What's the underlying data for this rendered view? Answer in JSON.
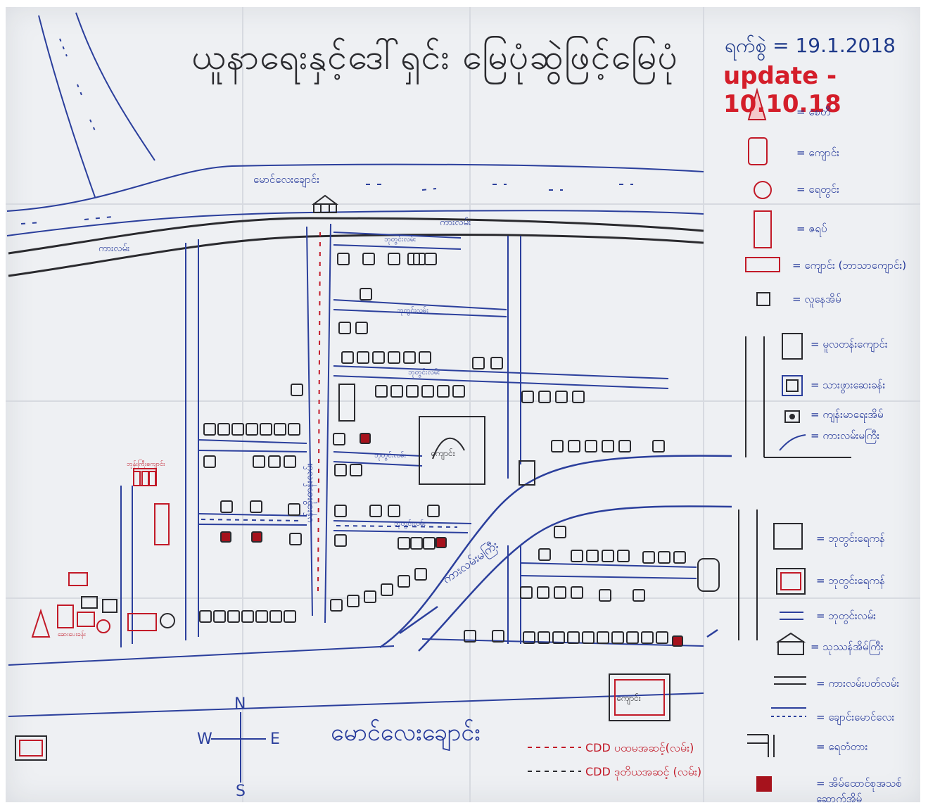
{
  "title": "ယူနာရေးနှင့်ဒေါ်ရှင်း မြေပုံဆွဲဖြင့်မြေပုံ",
  "date_label": "ရက်စွဲ = 19.1.2018",
  "update_label": "update - 10.10.18",
  "map_labels": {
    "stream_name": "မောင်လေး‌ချောင်း",
    "top_road": "ကားလမ်း",
    "top_left_road": "ကားလမ်း",
    "main_street_vertical": "ပန်းဆိုးတန်းလမ်း",
    "diagonal_road": "ကားလမ်းမကြီး",
    "bottom_stream": "မောင်လေးချောင်း",
    "small_lane": "ဘုတွင်းလမ်း",
    "school_label": "ကျောင်း",
    "clinic_label": "ဆေးပေးခန်း",
    "monastery_label": "ဘုန်းကြီးကျောင်း"
  },
  "compass": {
    "n": "N",
    "s": "S",
    "e": "E",
    "w": "W"
  },
  "cdd_legend": [
    {
      "label": "CDD ပထမအဆင့်(လမ်း)",
      "color": "#c21a28"
    },
    {
      "label": "CDD ဒုတိယအဆင့် (လမ်း)",
      "color": "#c21a28"
    }
  ],
  "legend": [
    {
      "icon": "pagoda-icon",
      "label": "= စေတီ"
    },
    {
      "icon": "monastery-icon",
      "label": "= ကျောင်း"
    },
    {
      "icon": "circle-icon",
      "label": "= ရေတွင်း"
    },
    {
      "icon": "tall-rect-icon",
      "label": "= ဇရပ်"
    },
    {
      "icon": "wide-rect-icon",
      "label": "= ကျောင်း (ဘာသာကျောင်း)"
    },
    {
      "icon": "house-icon",
      "label": "= လူနေအိမ်"
    },
    {
      "icon": "large-house-icon",
      "label": "= မူလတန်းကျောင်း"
    },
    {
      "icon": "double-square-icon",
      "label": "= သားဖွား‌ဆေးခန်း"
    },
    {
      "icon": "dot-square-icon",
      "label": "= ကျန်းမာရေးအိမ်"
    },
    {
      "icon": "bridge-icon",
      "label": "= ကားလမ်းမကြီး"
    },
    {
      "icon": "field-icon",
      "label": "= ဘုတွင်းရေကန်"
    },
    {
      "icon": "red-field-icon",
      "label": "= ဘုတွင်းရေကန်"
    },
    {
      "icon": "lane-icon",
      "label": "= ဘုတွင်းလမ်း"
    },
    {
      "icon": "shrine-icon",
      "label": "= သုဿန်အိမ်ကြီး"
    },
    {
      "icon": "road-icon",
      "label": "= ကားလမ်းပတ်လမ်း"
    },
    {
      "icon": "stream-icon",
      "label": "= ချောင်းမောင်လေး"
    },
    {
      "icon": "crossroad-icon",
      "label": "= ရေတံတား"
    },
    {
      "icon": "red-square-icon",
      "label": "= အိမ်ထောင်စုအသစ်ဆောက်အိမ်"
    }
  ],
  "colors": {
    "ink_blue": "#24389a",
    "ink_black": "#2a2a2e",
    "ink_red": "#c21a28",
    "marker_red": "#a6121c",
    "paper": "#eef0f3"
  }
}
